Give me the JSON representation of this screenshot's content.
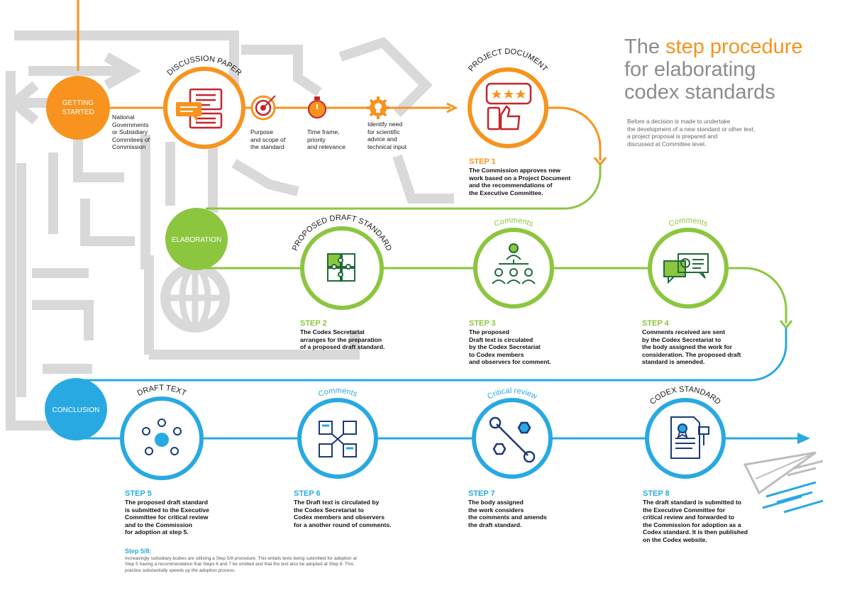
{
  "title": {
    "line1_plain": "The ",
    "line1_highlight": "step procedure",
    "line2": "for elaborating",
    "line3": "codex standards"
  },
  "intro": "Before a decision is made to undertake\nthe development of a new standard or other text,\na project proposal is prepared and\ndiscussed at Committee level.",
  "colors": {
    "orange": "#f7931e",
    "green": "#8cc63f",
    "blue": "#29a9e1",
    "gray": "#d9d9d9",
    "red": "#c1272d"
  },
  "phases": {
    "getting_started_1": "GETTING",
    "getting_started_2": "STARTED",
    "elaboration": "ELABORATION",
    "conclusion": "CONCLUSION"
  },
  "stage_labels": {
    "discussion_paper": "DISCUSSION PAPER",
    "project_document": "PROJECT DOCUMENT",
    "proposed_draft": "PROPOSED DRAFT STANDARD",
    "draft_text": "DRAFT TEXT",
    "codex_standard": "CODEX STANDARD",
    "comments": "Comments",
    "critical_review": "Critical review"
  },
  "getting_started": {
    "source": "National\nGovernments\nor Subsidiary\nCommitees of\nCommission",
    "purpose": "Purpose\nand scope of\nthe standard",
    "timeframe": "Time frame,\npriority\nand relevance",
    "identify": "Identify need\nfor scientific\nadvice and\ntechnical input"
  },
  "steps": [
    {
      "label": "STEP 1",
      "text": "The Commission approves new\nwork based on a Project Document\nand the recommendations of\nthe Executive Committee."
    },
    {
      "label": "STEP 2",
      "text": "The Codex Secretariat\narranges for the preparation\nof a proposed draft standard."
    },
    {
      "label": "STEP 3",
      "text": "The proposed\nDraft text is circulated\nby the Codex Secretariat\nto Codex members\nand observers for comment."
    },
    {
      "label": "STEP 4",
      "text": "Comments received are sent\nby the Codex Secretariat to\nthe body assigned the work for\nconsideration. The proposed draft\nstandard is amended."
    },
    {
      "label": "STEP 5",
      "text": "The proposed draft standard\nis submitted to the Executive\nCommittee for critical review\nand to the Commission\nfor adoption at step 5."
    },
    {
      "label": "STEP 6",
      "text": "The Draft text is circulated by\nthe Codex Secretariat to\nCodex members and observers\nfor a another round of comments."
    },
    {
      "label": "STEP 7",
      "text": "The body assigned\nthe work considers\nthe comments and amends\nthe draft standard."
    },
    {
      "label": "STEP 8",
      "text": "The draft standard is submitted to\nthe Executive Committee for\ncritical review and forwarded to\nthe Commission for adoption as a\nCodex standard. It is then published\non the Codex website."
    }
  ],
  "footnote": {
    "label": "Step 5/8:",
    "text": "Increasingly subsidiary bodies are utilizing a Step 5/8 procedure. This entails texts being submitted for adoption at\nStep 5 having a recommendation that Steps 6 and 7 be omitted and that the text also be adopted at Step 8. This\npractice substantially speeds up the adoption process."
  }
}
